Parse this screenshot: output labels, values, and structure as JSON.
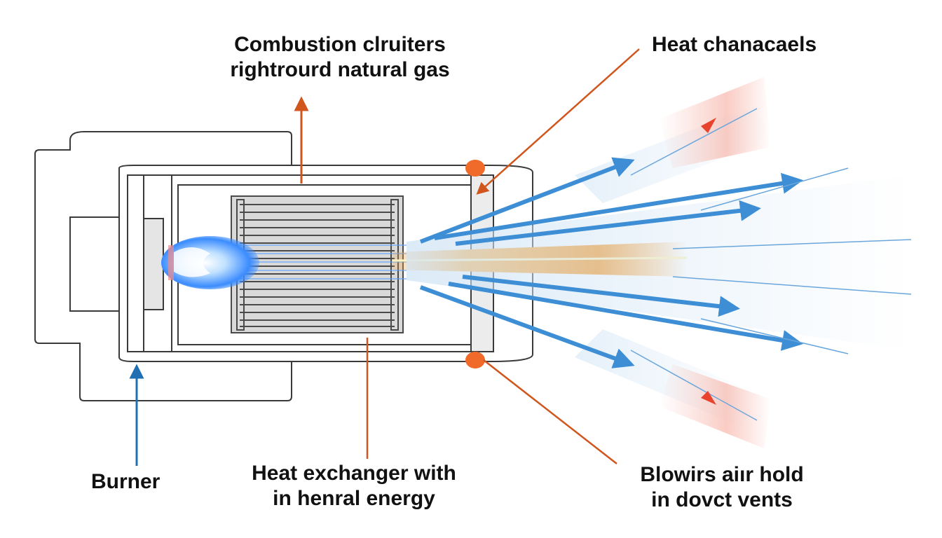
{
  "labels": {
    "combustion": {
      "line1": "Combustion clruiters",
      "line2": "rightrourd natural gas"
    },
    "heat_channels": "Heat chanacaels",
    "burner": "Burner",
    "exchanger": {
      "line1": "Heat exchanger with",
      "line2": "in henral energy"
    },
    "blowers": {
      "line1": "Blowirs aiır hold",
      "line2": "in dovct vents"
    }
  },
  "colors": {
    "outline": "#3a3a3a",
    "flame_blue": "#3b8cff",
    "flame_core": "#e8f4ff",
    "hot_stream": "#f5a340",
    "leader_orange": "#d0561d",
    "leader_blue": "#1f6fb2",
    "air_arrow": "#3d8ed4",
    "air_haze": "#cfe3f5",
    "exchanger_fill": "#d9d9d9",
    "seal_orange": "#f06a2a"
  },
  "icons": {
    "flame": "burner-flame-icon",
    "arrow": "leader-arrow-icon"
  }
}
